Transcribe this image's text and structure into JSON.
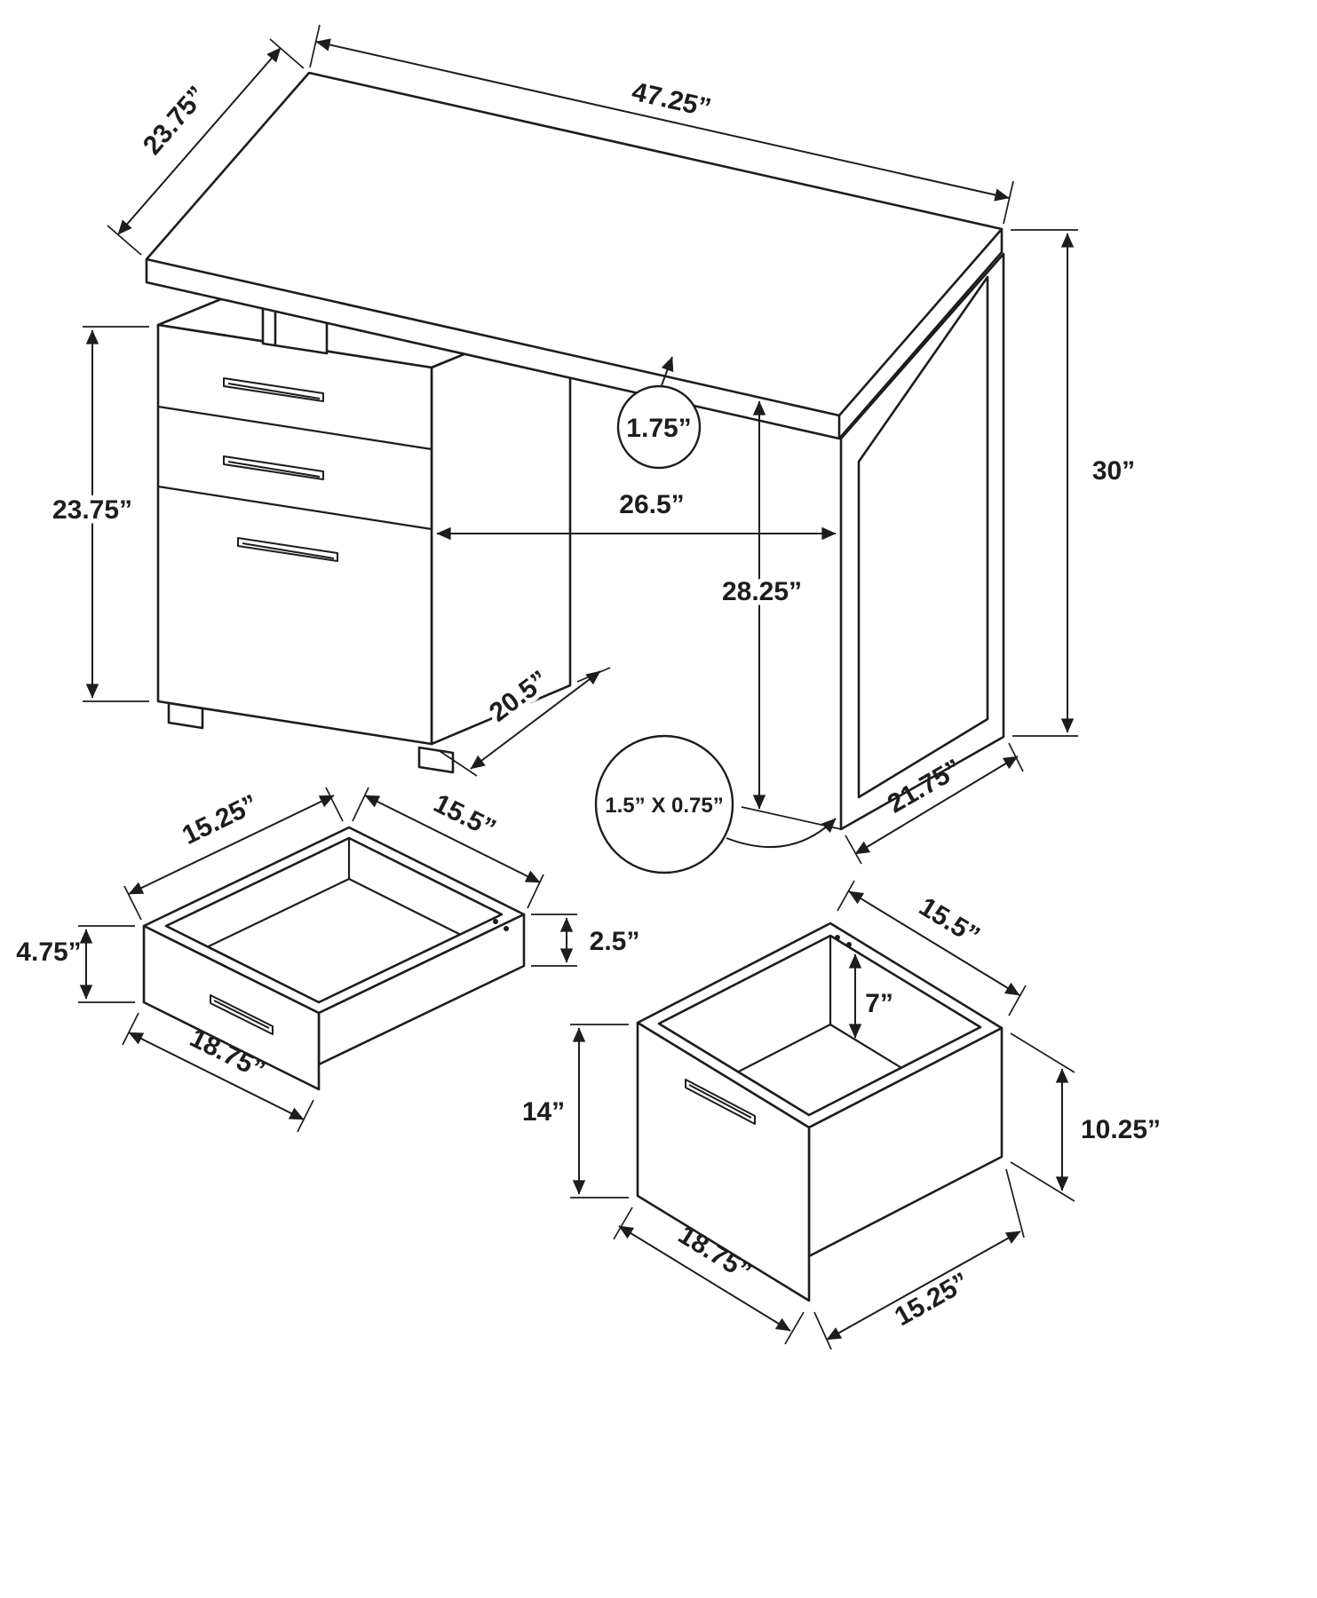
{
  "canvas": {
    "background": "#ffffff",
    "line_color": "#1d1d1d"
  },
  "views": {
    "desk": {
      "title": "desk-isometric-view",
      "labels": {
        "top_depth": "23.75”",
        "top_width": "47.25”",
        "overall_height": "30”",
        "pedestal_height": "23.75”",
        "top_thickness": "1.75”",
        "knee_width": "26.5”",
        "clearance_height": "28.25”",
        "pedestal_depth": "20.5”",
        "leg_depth": "21.75”",
        "tube_size": "1.5” X 0.75”"
      }
    },
    "small_drawer": {
      "title": "small-drawer-detail",
      "labels": {
        "depth": "15.25”",
        "width": "15.5”",
        "front_height": "4.75”",
        "side_height": "2.5”",
        "front_width": "18.75”"
      }
    },
    "file_drawer": {
      "title": "file-drawer-detail",
      "labels": {
        "width": "15.5”",
        "inner_height": "7”",
        "front_height": "14”",
        "side_height": "10.25”",
        "front_width": "18.75”",
        "depth": "15.25”"
      }
    }
  }
}
